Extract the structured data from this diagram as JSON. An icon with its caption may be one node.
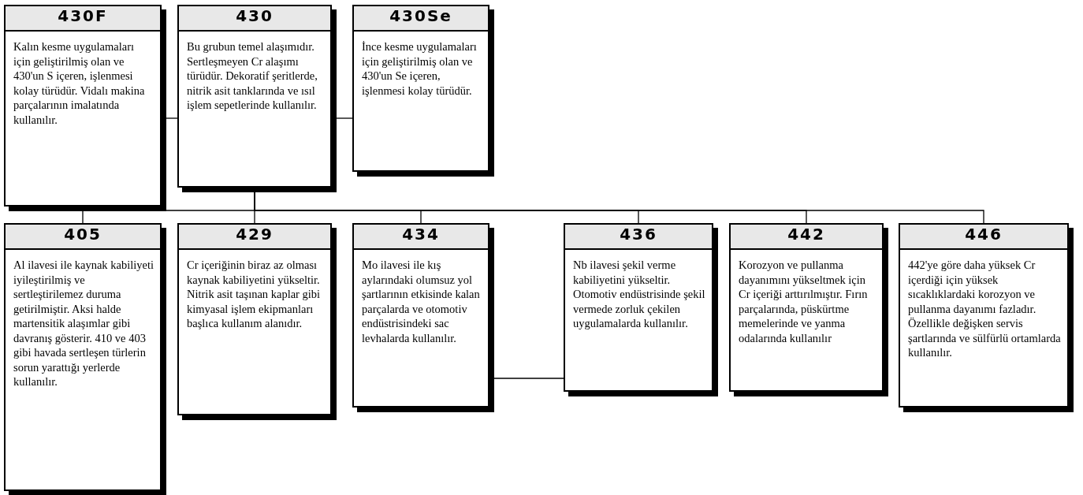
{
  "diagram": {
    "nodes": [
      {
        "text": [
          "430F",
          "Kalın kesme uygulamaları için geliştirilmiş olan ve 430'un S içeren, işlenmesi kolay türüdür. Vidalı makina parçalarının imalatında kullanılır."
        ]
      },
      {
        "text": [
          "430",
          "Bu grubun temel alaşımıdır. Sertleşmeyen Cr alaşımı türüdür. Dekoratif şeritlerde, nitrik asit tanklarında ve ısıl işlem sepetlerinde kullanılır."
        ]
      },
      {
        "text": [
          "430Se",
          "İnce kesme uygulamaları için geliştirilmiş olan ve 430'un Se içeren, işlenmesi kolay türüdür."
        ]
      },
      {
        "text": [
          "405",
          "Al ilavesi ile kaynak kabiliyeti iyileştirilmiş ve sertleştirilemez duruma getirilmiştir. Aksi halde martensitik alaşımlar gibi davranış gösterir. 410 ve 403 gibi havada sertleşen türlerin sorun yarattığı yerlerde kullanılır."
        ]
      },
      {
        "text": [
          "429",
          "Cr içeriğinin biraz az olması kaynak kabiliyetini yükseltir. Nitrik asit taşınan kaplar gibi kimyasal işlem ekipmanları başlıca kullanım alanıdır."
        ]
      },
      {
        "text": [
          "434",
          "Mo ilavesi ile kış aylarındaki olumsuz yol şartlarının etkisinde kalan parçalarda ve otomotiv endüstrisindeki sac levhalarda kullanılır."
        ]
      },
      {
        "text": [
          "436",
          "Nb ilavesi şekil verme kabiliyetini yükseltir. Otomotiv endüstrisinde şekil vermede zorluk çekilen uygulamalarda kullanılır."
        ]
      },
      {
        "text": [
          "442",
          "Korozyon ve pullanma dayanımını yükseltmek için Cr içeriği arttırılmıştır. Fırın parçalarında, püskürtme memelerinde ve yanma odalarında kullanılır"
        ]
      },
      {
        "text": [
          "446",
          "442'ye göre daha yüksek Cr içerdiği için yüksek sıcaklıklardaki korozyon ve pullanma dayanımı fazladır. Özellikle değişken servis şartlarında ve sülfürlü ortamlarda kullanılır."
        ]
      }
    ],
    "edges": [
      {
        "from": 0,
        "to": 1,
        "arrow": "none"
      },
      {
        "from": 1,
        "to": 2,
        "arrow": "none"
      },
      {
        "from": 1,
        "to": 3,
        "arrow": "none"
      },
      {
        "from": 1,
        "to": 4,
        "arrow": "none"
      },
      {
        "from": 1,
        "to": 5,
        "arrow": "none"
      },
      {
        "from": 1,
        "to": 6,
        "arrow": "none"
      },
      {
        "from": 1,
        "to": 7,
        "arrow": "none"
      },
      {
        "from": 1,
        "to": 8,
        "arrow": "none"
      },
      {
        "from": 5,
        "to": 6,
        "arrow": "none"
      }
    ]
  }
}
